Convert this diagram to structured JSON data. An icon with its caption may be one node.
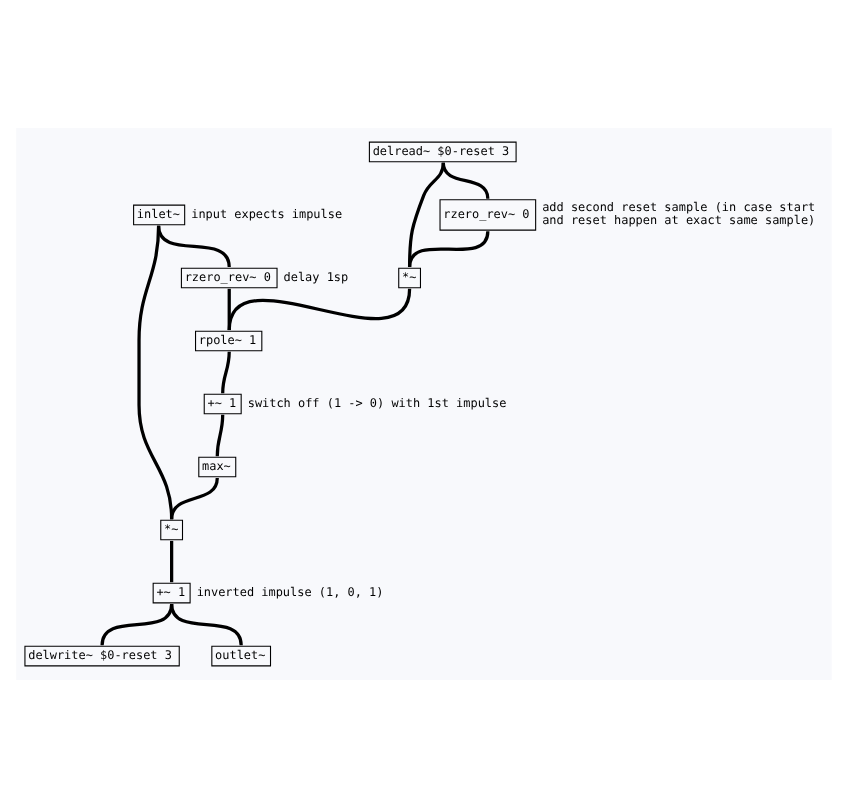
{
  "diagram": {
    "nodes": [
      {
        "text": [
          "inlet~"
        ],
        "beside": [
          "input expects impulse"
        ]
      },
      {
        "text": [
          "rzero_rev~ 0"
        ],
        "beside": [
          "delay 1sp"
        ]
      },
      {
        "text": [
          "delread~ $0-reset 3"
        ]
      },
      {
        "text": [
          "rzero_rev~ 0"
        ],
        "beside": [
          "add second reset sample (in case start and reset happen at exact same sample)"
        ]
      },
      {
        "text": [
          "*~"
        ]
      },
      {
        "text": [
          "rpole~ 1"
        ]
      },
      {
        "text": [
          "+~ 1"
        ],
        "beside": [
          "switch off (1 -> 0) with 1st impulse"
        ]
      },
      {
        "text": [
          "max~"
        ]
      },
      {
        "text": [
          "*~"
        ]
      },
      {
        "text": [
          "+~ 1"
        ],
        "beside": [
          "inverted impulse (1, 0, 1)"
        ]
      },
      {
        "text": [
          "delwrite~ $0-reset 3"
        ]
      },
      {
        "text": [
          "outlet~"
        ]
      }
    ],
    "edges": [
      {
        "from": 0,
        "to": 1,
        "arrow": "none"
      },
      {
        "from": 0,
        "to": 8,
        "arrow": "none"
      },
      {
        "from": 1,
        "to": 5,
        "arrow": "none"
      },
      {
        "from": 2,
        "to": 4,
        "arrow": "none"
      },
      {
        "from": 2,
        "to": 3,
        "arrow": "none"
      },
      {
        "from": 3,
        "to": 4,
        "arrow": "none"
      },
      {
        "from": 4,
        "to": 5,
        "arrow": "none"
      },
      {
        "from": 5,
        "to": 6,
        "arrow": "none"
      },
      {
        "from": 6,
        "to": 7,
        "arrow": "none"
      },
      {
        "from": 7,
        "to": 8,
        "arrow": "none"
      },
      {
        "from": 8,
        "to": 9,
        "arrow": "none"
      },
      {
        "from": 9,
        "to": 10,
        "arrow": "none"
      },
      {
        "from": 9,
        "to": 11,
        "arrow": "none"
      }
    ]
  }
}
